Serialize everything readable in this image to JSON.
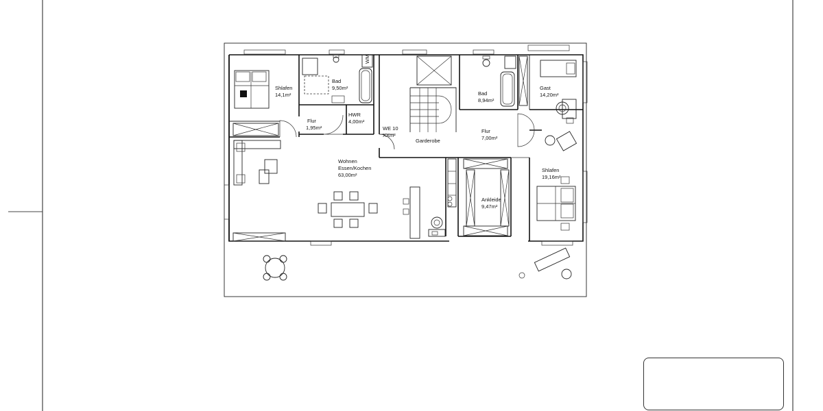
{
  "rooms": {
    "schlafen_1": {
      "name": "Shlafen",
      "area": "14,1m²"
    },
    "bad_1": {
      "name": "Bad",
      "area": "9,50m²"
    },
    "hwr": {
      "name": "HWR",
      "area": "4,00m²"
    },
    "flur_1": {
      "name": "Flur",
      "area": "1,95m²"
    },
    "we": {
      "name": "WE 10",
      "area": "XXm²"
    },
    "garderobe": {
      "name": "Garderobe"
    },
    "bad_2": {
      "name": "Bad",
      "area": "8,94m²"
    },
    "gast": {
      "name": "Gast",
      "area": "14,20m²"
    },
    "flur_2": {
      "name": "Flur",
      "area": "7,00m²"
    },
    "wohnen": {
      "name": "Wohnen",
      "sub": "Essen/Kochen",
      "area": "63,00m²"
    },
    "schlafen_2": {
      "name": "Shlafen",
      "area": "19,16m²"
    },
    "ankleide": {
      "name": "Ankleide",
      "area": "9,47m²"
    }
  },
  "fixtures": {
    "washer": "WM"
  },
  "title_block": {
    "text": ""
  }
}
